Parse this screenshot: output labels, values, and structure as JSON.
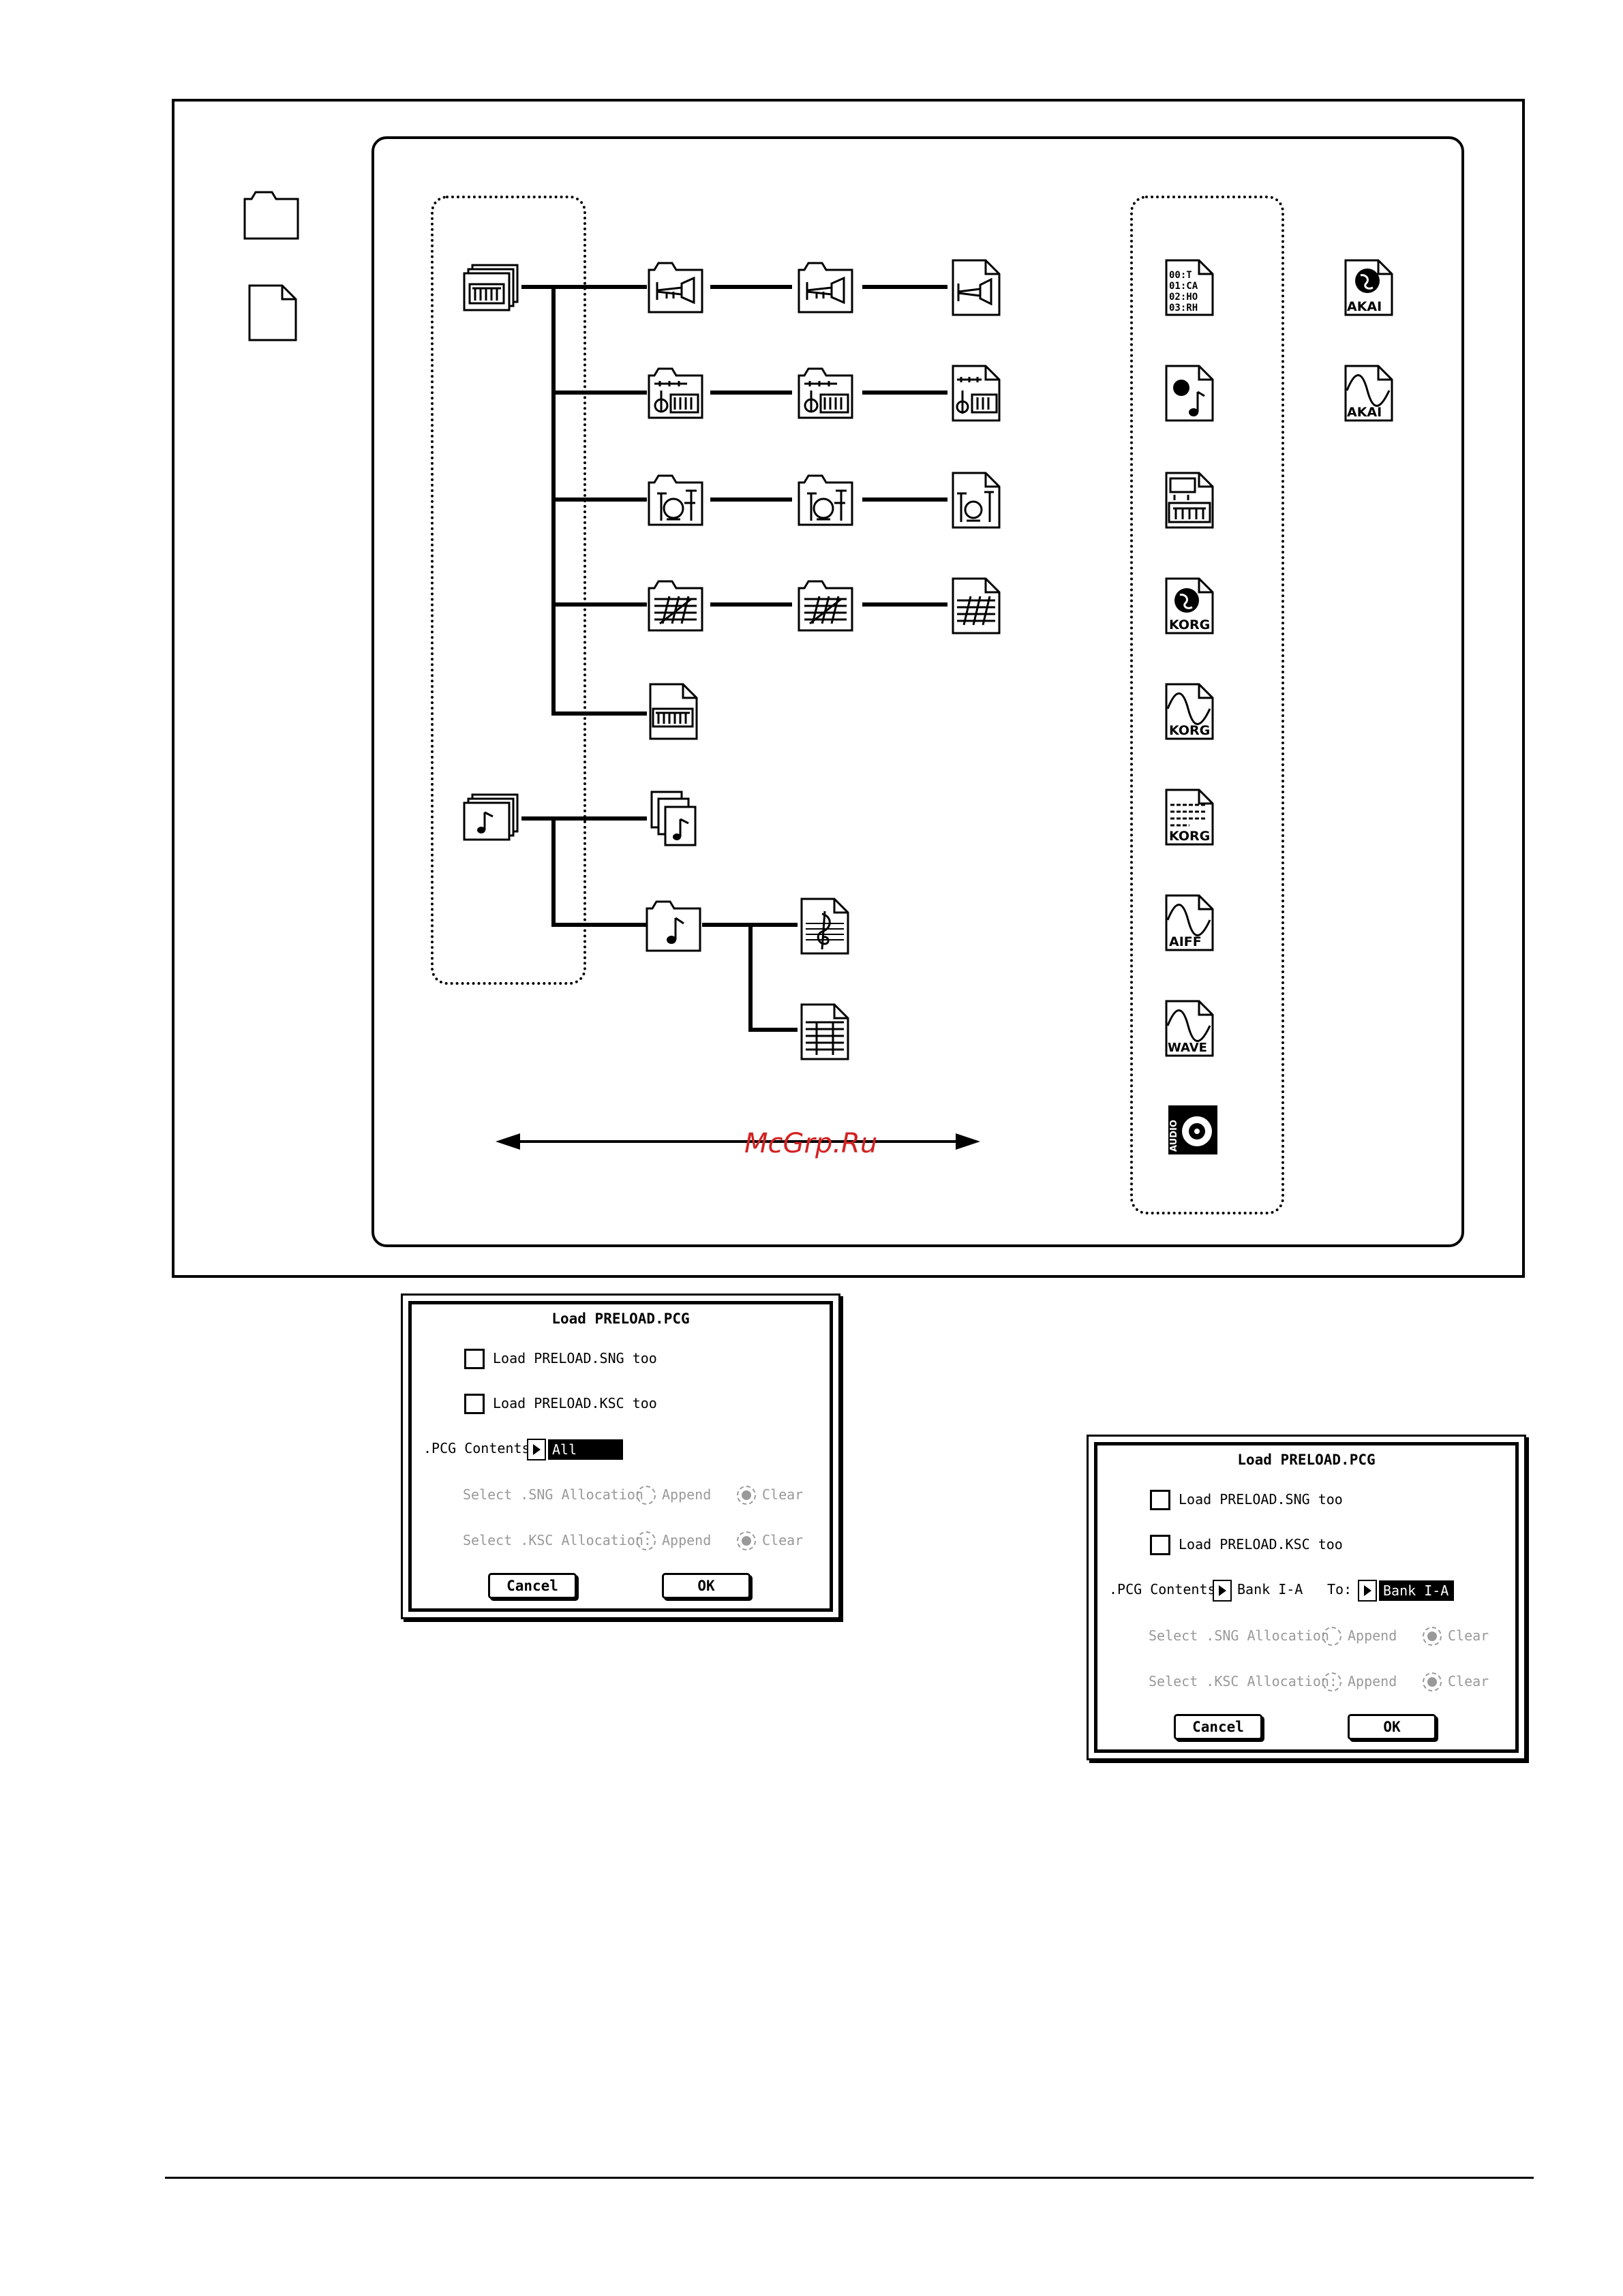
{
  "diagram": {
    "watermark": "McGrp.Ru",
    "right_column_labels": {
      "smf_text": "00:T\n01:CA\n02:HO\n03:RH",
      "korg": "KORG",
      "aiff": "AIFF",
      "wave": "WAVE",
      "akai": "AKAI",
      "audio_cd": "AUDIO"
    }
  },
  "dialog_left": {
    "title": "Load PRELOAD.PCG",
    "load_sng_label": "Load PRELOAD.SNG too",
    "load_ksc_label": "Load PRELOAD.KSC too",
    "pcg_contents_label": ".PCG Contents:",
    "pcg_contents_value": "All",
    "select_sng_label": "Select .SNG Allocation",
    "select_ksc_label": "Select .KSC Allocation:",
    "append_label": "Append",
    "clear_label": "Clear",
    "cancel_label": "Cancel",
    "ok_label": "OK"
  },
  "dialog_right": {
    "title": "Load PRELOAD.PCG",
    "load_sng_label": "Load PRELOAD.SNG too",
    "load_ksc_label": "Load PRELOAD.KSC too",
    "pcg_contents_label": ".PCG Contents:",
    "pcg_contents_value": "Bank I-A",
    "to_label": "To:",
    "to_value": "Bank I-A",
    "select_sng_label": "Select .SNG Allocation",
    "select_ksc_label": "Select .KSC Allocation:",
    "append_label": "Append",
    "clear_label": "Clear",
    "cancel_label": "Cancel",
    "ok_label": "OK"
  }
}
